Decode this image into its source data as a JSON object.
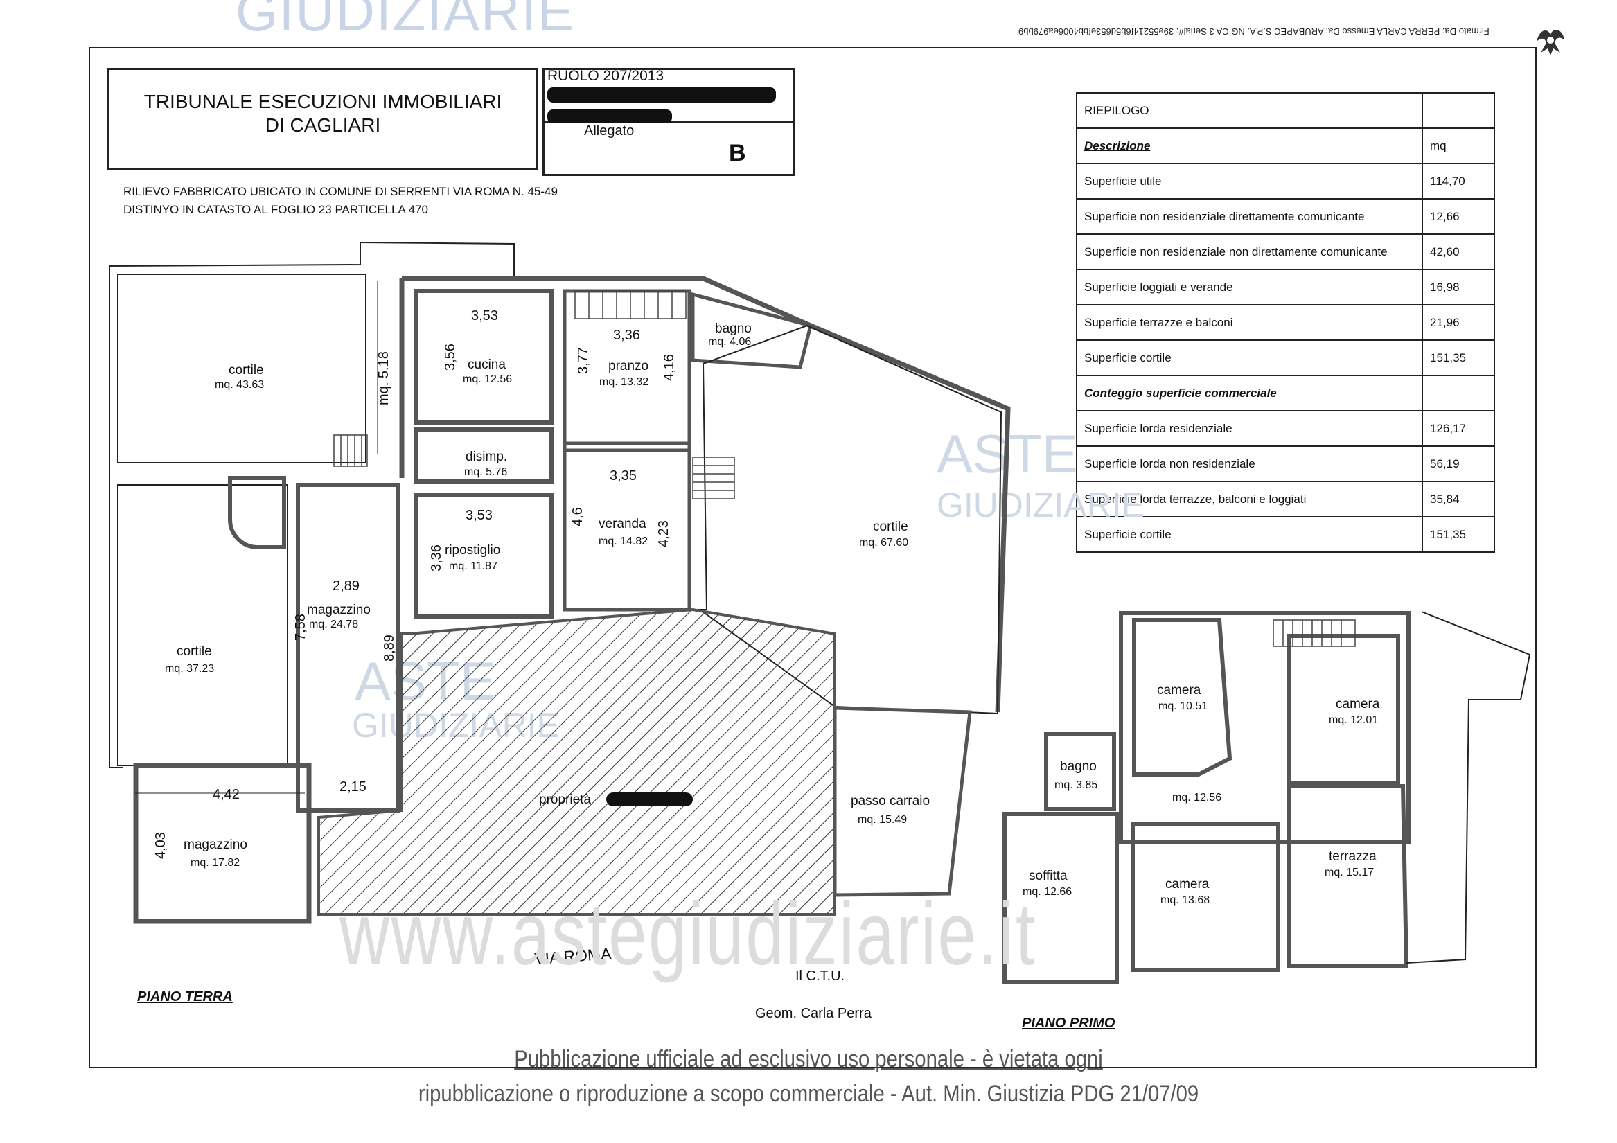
{
  "watermarks": {
    "top": "GIUDIZIARIE",
    "aste": "ASTE",
    "giudiziarie": "GIUDIZIARIE",
    "site": "www.astegiudiziarie.it"
  },
  "signature": "Firmato Da: PERRA CARLA Emesso Da: ARUBAPEC S.P.A. NG CA 3 Serial#: 39e55214f6b5d653efbb4006ea979bb9",
  "header": {
    "title_line1": "TRIBUNALE ESECUZIONI IMMOBILIARI",
    "title_line2": "DI CAGLIARI",
    "ruolo": "RUOLO   207/2013",
    "allegato": "Allegato",
    "allegato_letter": "B"
  },
  "subtitle": {
    "line1": "RILIEVO FABBRICATO UBICATO IN COMUNE DI SERRENTI VIA ROMA N. 45-49",
    "line2": "DISTINYO IN CATASTO AL FOGLIO 23 PARTICELLA 470"
  },
  "riepilogo": {
    "title": "RIEPILOGO",
    "desc_header": "Descrizione",
    "unit": "mq",
    "rows": [
      {
        "label": "Superficie utile",
        "value": "114,70"
      },
      {
        "label": "Superficie non residenziale direttamente comunicante",
        "value": "12,66"
      },
      {
        "label": "Superficie non residenziale non direttamente comunicante",
        "value": "42,60"
      },
      {
        "label": "Superficie loggiati e verande",
        "value": "16,98"
      },
      {
        "label": "Superficie terrazze e balconi",
        "value": "21,96"
      },
      {
        "label": "Superficie cortile",
        "value": "151,35"
      }
    ],
    "section2": "Conteggio superficie commerciale",
    "rows2": [
      {
        "label": "Superficie lorda residenziale",
        "value": "126,17"
      },
      {
        "label": "Superficie lorda non residenziale",
        "value": "56,19"
      },
      {
        "label": "Superficie lorda terrazze, balconi e loggiati",
        "value": "35,84"
      },
      {
        "label": "Superficie cortile",
        "value": "151,35"
      }
    ]
  },
  "ground_floor": {
    "label": "PIANO TERRA",
    "street": "VIA ROMA",
    "rooms": {
      "cortile_nw": {
        "name": "cortile",
        "area": "mq. 43.63"
      },
      "cucina": {
        "name": "cucina",
        "area": "mq. 12.56"
      },
      "pranzo": {
        "name": "pranzo",
        "area": "mq. 13.32"
      },
      "bagno": {
        "name": "bagno",
        "area": "mq. 4.06"
      },
      "disimp": {
        "name": "disimp.",
        "area": "mq. 5.76"
      },
      "ripostiglio": {
        "name": "ripostiglio",
        "area": "mq.  11.87"
      },
      "veranda": {
        "name": "veranda",
        "area": "mq. 14.82"
      },
      "cortile_e": {
        "name": "cortile",
        "area": "mq. 67.60"
      },
      "cortile_w": {
        "name": "cortile",
        "area": "mq. 37.23"
      },
      "magazzino_1": {
        "name": "magazzino",
        "area": "mq. 24.78"
      },
      "magazzino_2": {
        "name": "magazzino",
        "area": "mq. 17.82"
      },
      "proprieta": {
        "name": "proprietà"
      },
      "passo": {
        "name": "passo carraio",
        "area": "mq. 15.49"
      }
    },
    "dims": {
      "corridor": "mq. 5.18",
      "d353a": "3,53",
      "d356": "3,56",
      "d336": "3,36",
      "d377": "3,77",
      "d416": "4,16",
      "d335": "3,35",
      "d46": "4,6",
      "d423": "4,23",
      "d353b": "3,53",
      "d336b": "3,36",
      "d289": "2,89",
      "d758": "7,58",
      "d889": "8,89",
      "d215": "2,15",
      "d442": "4,42",
      "d403": "4,03"
    }
  },
  "first_floor": {
    "label": "PIANO PRIMO",
    "rooms": {
      "camera1": {
        "name": "camera",
        "area": "mq. 10.51"
      },
      "camera2": {
        "name": "camera",
        "area": "mq. 12.01"
      },
      "bagno": {
        "name": "bagno",
        "area": "mq. 3.85"
      },
      "corridoio": {
        "area": "mq. 12.56"
      },
      "soffitta": {
        "name": "soffitta",
        "area": "mq. 12.66"
      },
      "camera3": {
        "name": "camera",
        "area": "mq. 13.68"
      },
      "terrazza": {
        "name": "terrazza",
        "area": "mq. 15.17"
      }
    }
  },
  "ctu": {
    "line1": "Il C.T.U.",
    "line2": "Geom. Carla Perra"
  },
  "footer": {
    "line1": "Pubblicazione ufficiale ad esclusivo uso personale - è vietata ogni",
    "line2": "ripubblicazione o riproduzione a scopo commerciale - Aut. Min. Giustizia PDG 21/07/09"
  }
}
